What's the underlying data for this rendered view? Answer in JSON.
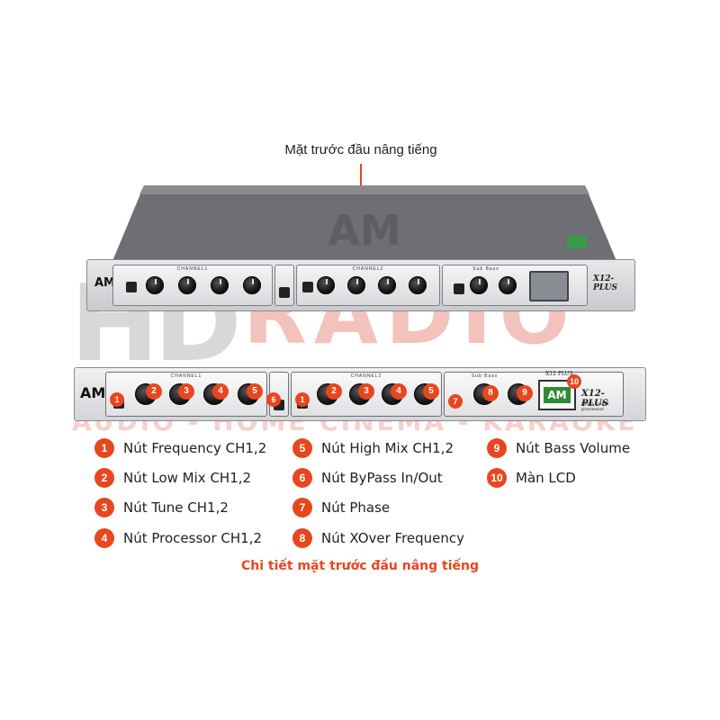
{
  "watermark": {
    "brand_hd": "HD",
    "brand_radio": "RADIO",
    "tagline": "AUDIO - HOME CINEMA - KARAOKE"
  },
  "callout": {
    "text": "Mặt trước đầu nâng tiếng"
  },
  "device": {
    "logo": "AM",
    "channel1_label": "CHANNEL1",
    "channel2_label": "CHANNEL2",
    "subbass_label": "Sub Bass",
    "model_small": "X12 PLUS",
    "model": "X12-PLUS",
    "model_sub": "Multi sound processor",
    "lcd_logo": "AM"
  },
  "legend": [
    {
      "num": "1",
      "text": "Nút Frequency CH1,2"
    },
    {
      "num": "2",
      "text": "Nút Low Mix CH1,2"
    },
    {
      "num": "3",
      "text": "Nút Tune CH1,2"
    },
    {
      "num": "4",
      "text": "Nút Processor CH1,2"
    },
    {
      "num": "5",
      "text": "Nút High Mix CH1,2"
    },
    {
      "num": "6",
      "text": "Nút ByPass In/Out"
    },
    {
      "num": "7",
      "text": "Nút Phase"
    },
    {
      "num": "8",
      "text": "Nút XOver Frequency"
    },
    {
      "num": "9",
      "text": "Nút Bass Volume"
    },
    {
      "num": "10",
      "text": "Màn LCD"
    }
  ],
  "caption": "Chi tiết mặt trước đầu nâng tiếng",
  "colors": {
    "accent": "#e8461e",
    "lcd_green": "#2e8b35"
  }
}
